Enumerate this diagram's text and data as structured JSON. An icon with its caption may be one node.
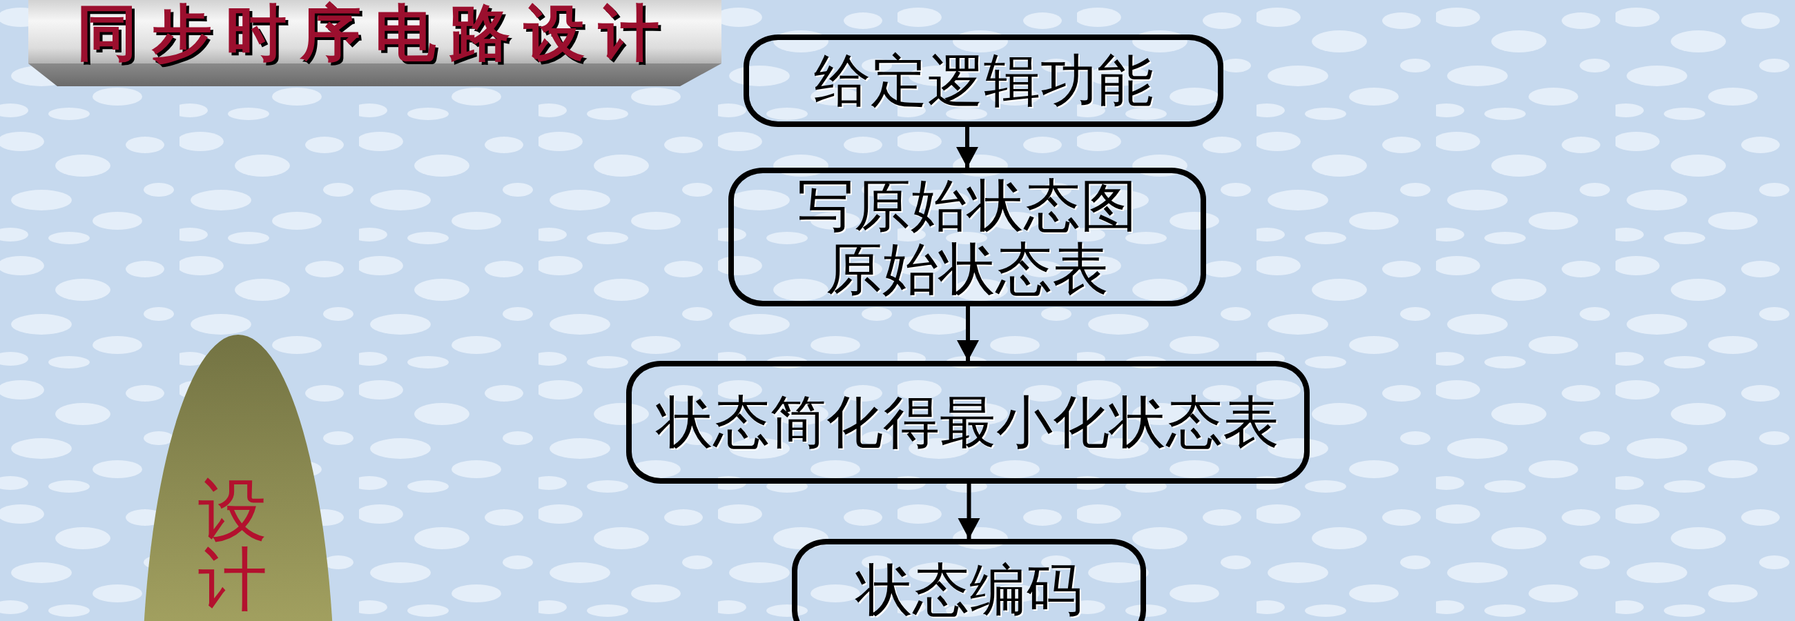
{
  "diagram": {
    "title": "同步时序电路设计",
    "nodes": [
      {
        "text": [
          "给定逻辑功能"
        ]
      },
      {
        "text": [
          "写原始状态图",
          "原始状态表"
        ]
      },
      {
        "text": [
          "状态简化得最小化状态表"
        ]
      },
      {
        "text": [
          "状态编码"
        ]
      },
      {
        "text": [
          "设计"
        ]
      }
    ],
    "edges": [
      {
        "from": 0,
        "to": 1,
        "arrow": "to"
      },
      {
        "from": 1,
        "to": 2,
        "arrow": "to"
      },
      {
        "from": 2,
        "to": 3,
        "arrow": "to"
      }
    ]
  }
}
